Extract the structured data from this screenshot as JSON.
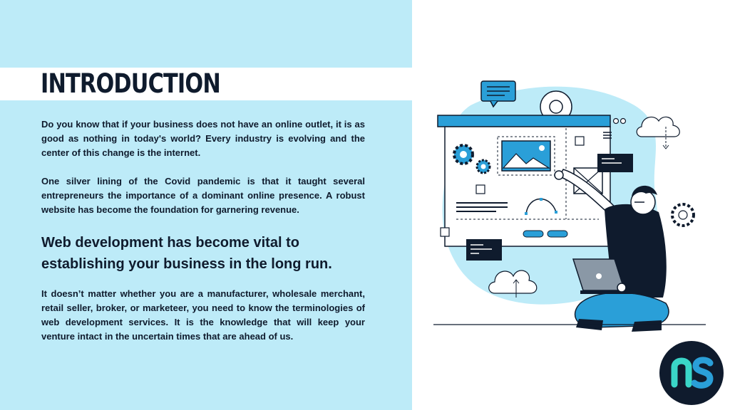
{
  "slide": {
    "title": "INTRODUCTION",
    "paragraph1": "Do you know that if your business does not have an online outlet, it is as good as nothing in today's world? Every industry is evolving and the center of this change is the internet.",
    "paragraph2": "One silver lining of the Covid pandemic is that it taught several entrepreneurs the importance of a dominant online presence. A robust website has become the foundation for garnering revenue.",
    "highlight": "Web development has become vital to establishing your business in the long run.",
    "paragraph3": "It doesn’t matter whether you are a manufacturer, wholesale merchant, retail seller, broker, or marketeer, you need to know the terminologies of web development services. It is the knowledge that will keep your venture intact in the uncertain times that are ahead of us."
  },
  "illustration": {
    "icon": "web-developer-illustration",
    "colors": {
      "accent": "#2a9fd8",
      "blob": "#bdebf8",
      "dark": "#0f1b2d"
    }
  },
  "logo": {
    "icon": "ns-logo",
    "colors": {
      "background": "#0f1b2d",
      "accent": "#3ad6c8"
    }
  }
}
